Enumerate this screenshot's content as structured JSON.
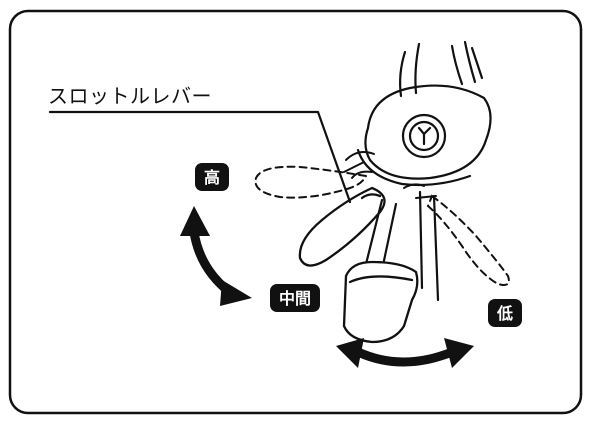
{
  "figure": {
    "callout_label": "スロットルレバー",
    "positions": {
      "high": "高",
      "middle": "中間",
      "low": "低"
    }
  },
  "colors": {
    "ink": "#111111",
    "background": "#ffffff",
    "badge_fill": "#111111",
    "badge_text": "#ffffff"
  },
  "icons": {
    "high_to_middle_arrow": "curved-double-arrow-icon",
    "horizontal_arrow": "curved-double-arrow-icon"
  }
}
